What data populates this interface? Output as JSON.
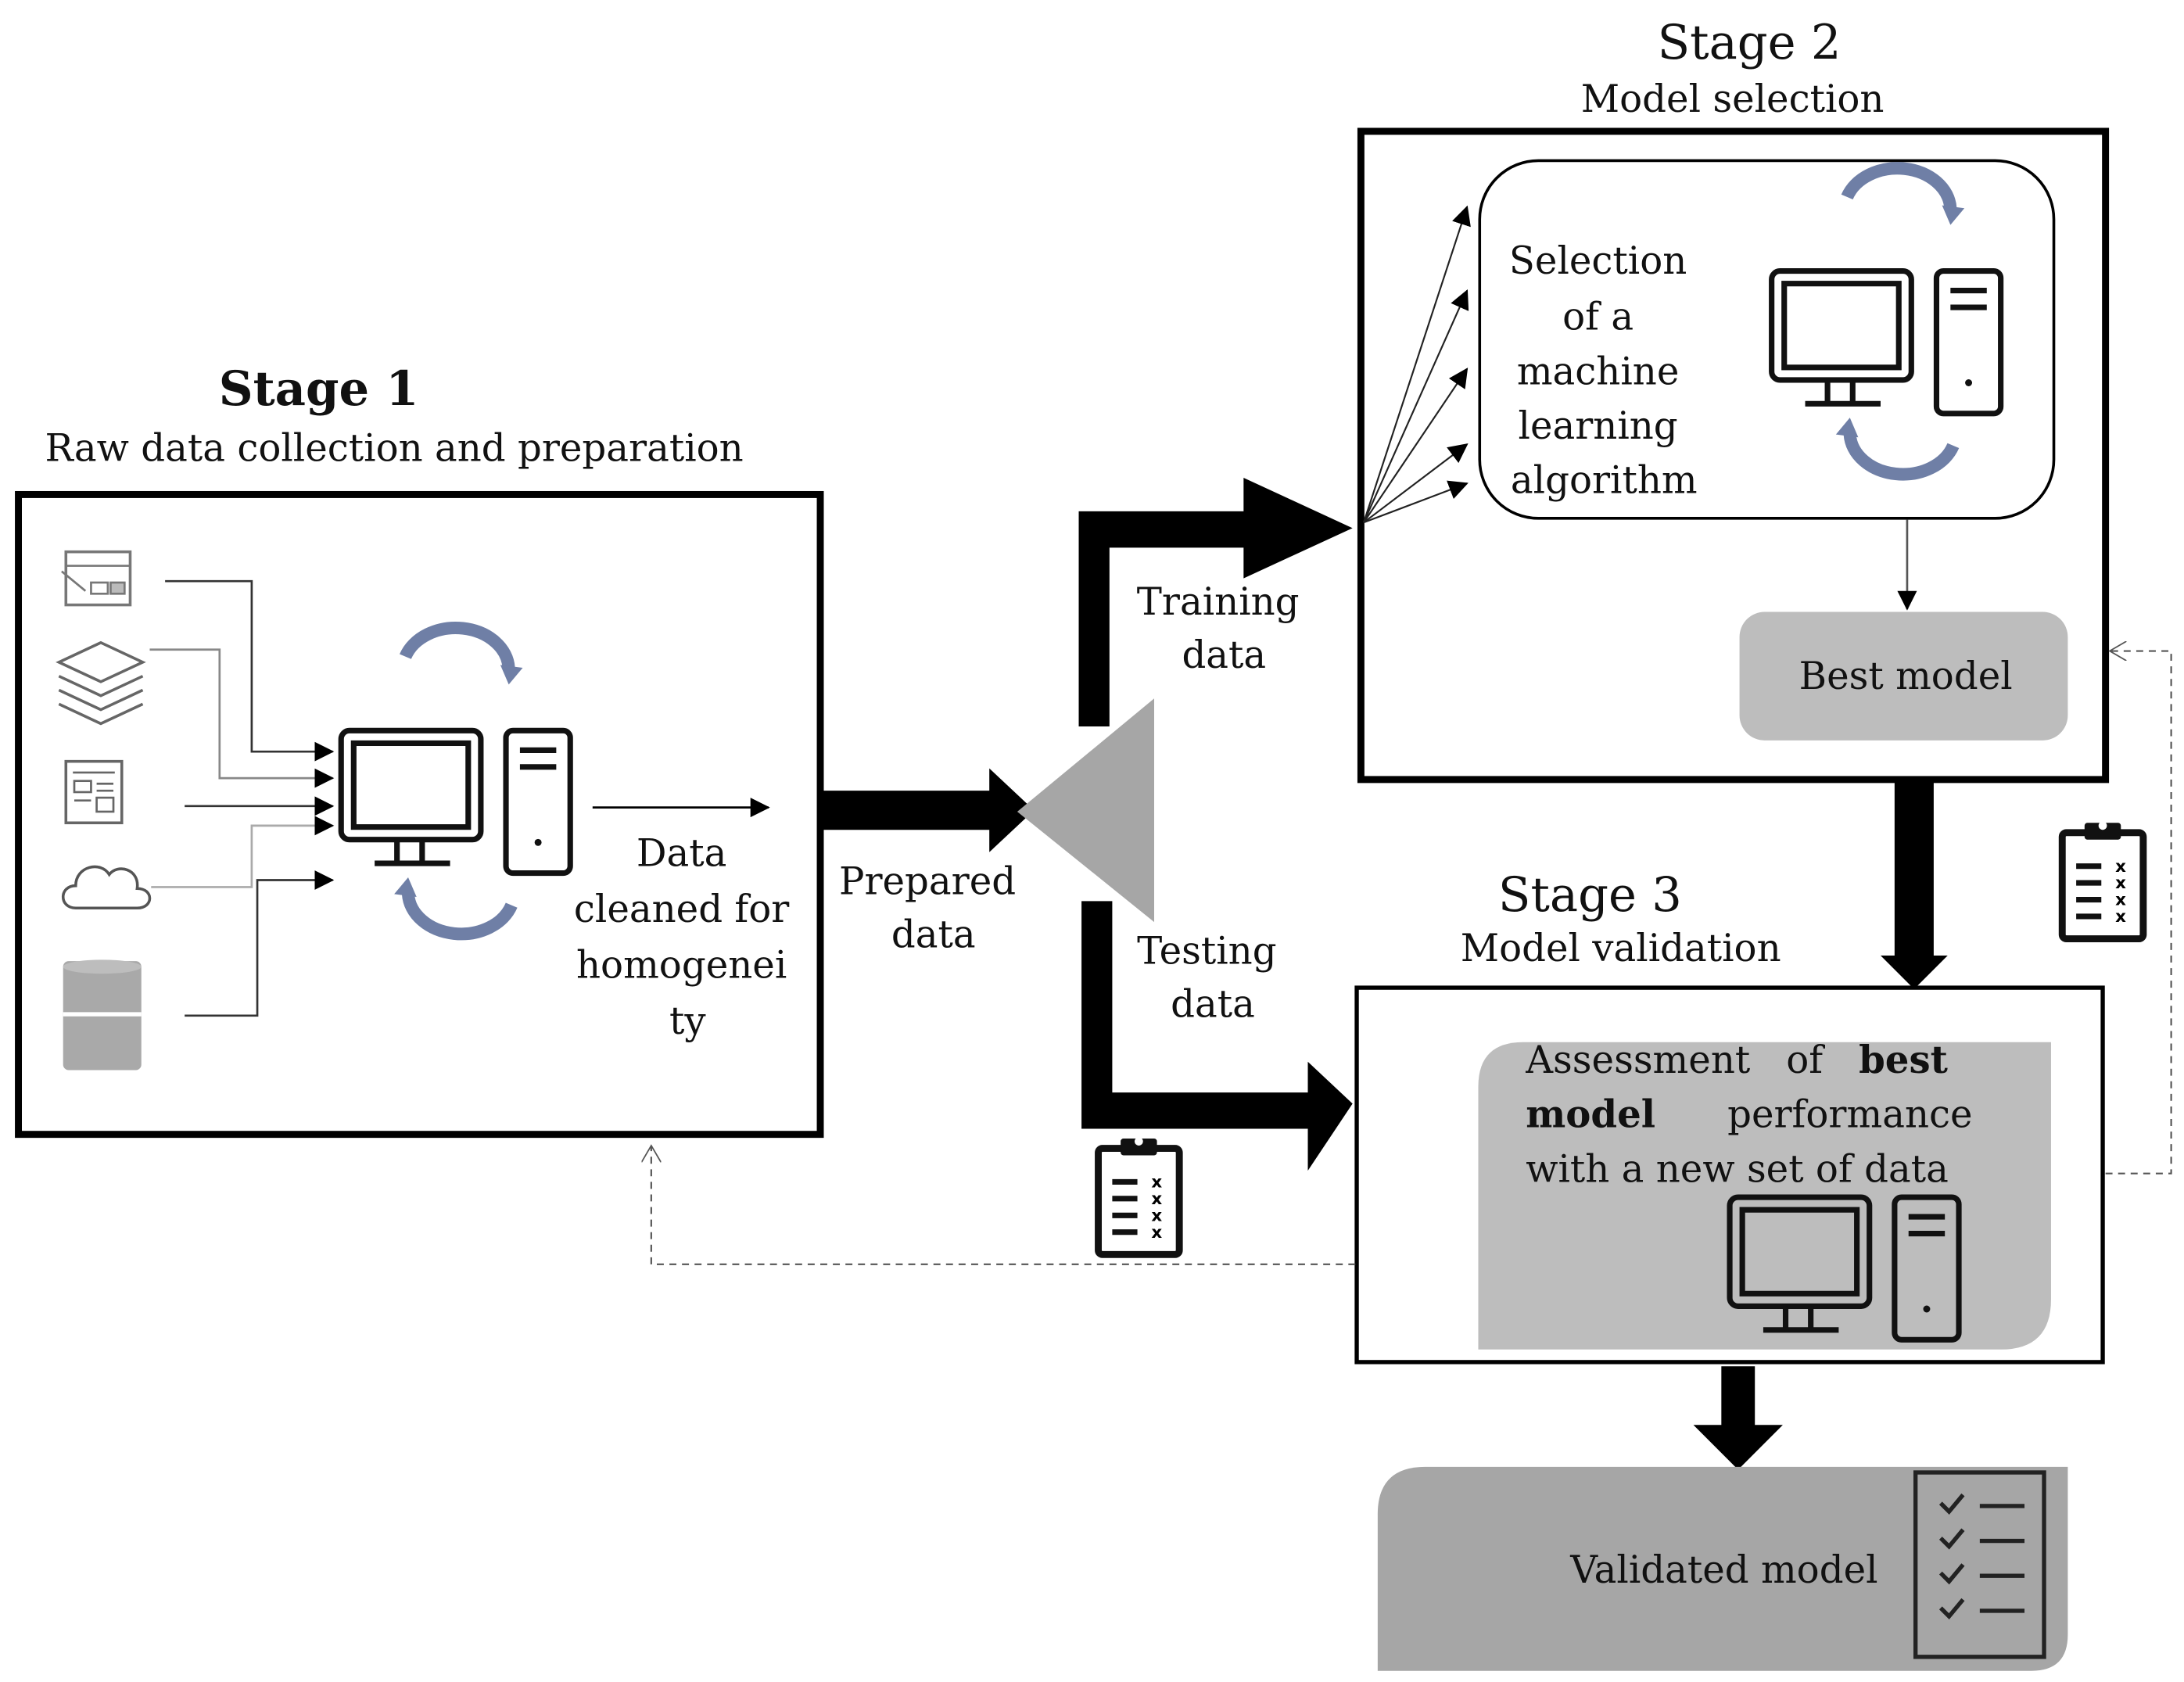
{
  "stage1": {
    "title": "Stage 1",
    "subtitle": "Raw data collection and preparation",
    "output_label_lines": [
      "Data",
      "cleaned for",
      "homogenei",
      "ty"
    ],
    "sources": [
      "web-page-icon",
      "layers-stack-icon",
      "document-icon",
      "cloud-icon",
      "database-icon"
    ]
  },
  "prepared_label_lines": [
    "Prepared",
    "data"
  ],
  "training_label_lines": [
    "Training",
    "data"
  ],
  "testing_label_lines": [
    "Testing",
    "data"
  ],
  "stage2": {
    "title": "Stage 2",
    "subtitle": "Model selection",
    "algo_label_lines": [
      "Selection",
      "of a",
      "machine",
      "learning",
      "algorithm"
    ],
    "best_model": "Best model"
  },
  "stage3": {
    "title": "Stage 3",
    "subtitle": "Model validation",
    "assessment_lines": [
      [
        {
          "t": "Assessment   of   ",
          "b": false
        },
        {
          "t": "best",
          "b": true
        }
      ],
      [
        {
          "t": "model",
          "b": true
        },
        {
          "t": "      performance",
          "b": false
        }
      ],
      [
        {
          "t": "with a new set of data",
          "b": false
        }
      ]
    ]
  },
  "validated_model": "Validated model",
  "colors": {
    "gray_light": "#bdbdbd",
    "gray_mid": "#a6a6a6",
    "cycle_arrow": "#5a6f99",
    "black": "#000000"
  }
}
